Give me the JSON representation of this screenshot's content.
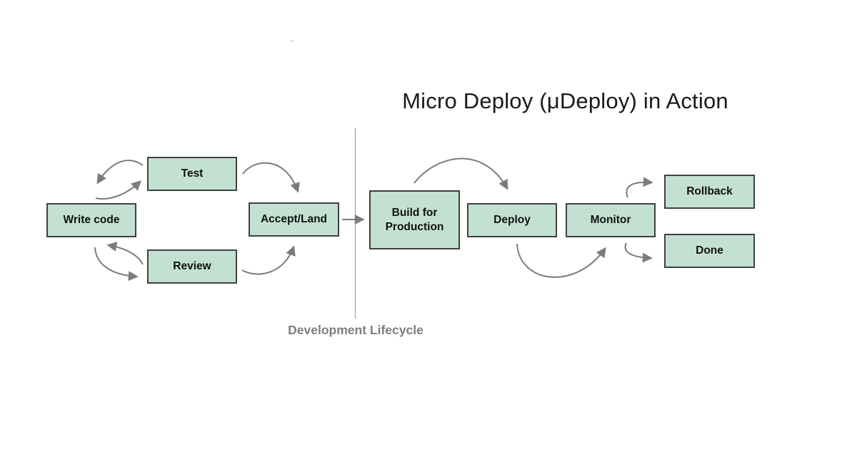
{
  "title": "Micro Deploy (μDeploy) in Action",
  "divider": {
    "label": "Development Lifecycle"
  },
  "nodes": [
    {
      "id": "write-code",
      "label": "Write code"
    },
    {
      "id": "test",
      "label": "Test"
    },
    {
      "id": "review",
      "label": "Review"
    },
    {
      "id": "accept-land",
      "label": "Accept/Land"
    },
    {
      "id": "build-production",
      "label": "Build for Production"
    },
    {
      "id": "deploy",
      "label": "Deploy"
    },
    {
      "id": "monitor",
      "label": "Monitor"
    },
    {
      "id": "rollback",
      "label": "Rollback"
    },
    {
      "id": "done",
      "label": "Done"
    }
  ],
  "edges": [
    "test-to-write-code",
    "write-code-to-test",
    "review-to-write-code",
    "write-code-to-review",
    "test-to-accept-land",
    "review-to-accept-land",
    "accept-land-to-build",
    "build-to-deploy",
    "deploy-to-monitor",
    "monitor-to-rollback",
    "monitor-to-done"
  ],
  "colors": {
    "box_fill": "#c3e1d2",
    "box_border": "#404040",
    "arrow": "#7c7c7c",
    "divider": "#ababab",
    "title_text": "#1a1a1a",
    "label_text": "#7e7e7e",
    "box_text": "#111111"
  }
}
